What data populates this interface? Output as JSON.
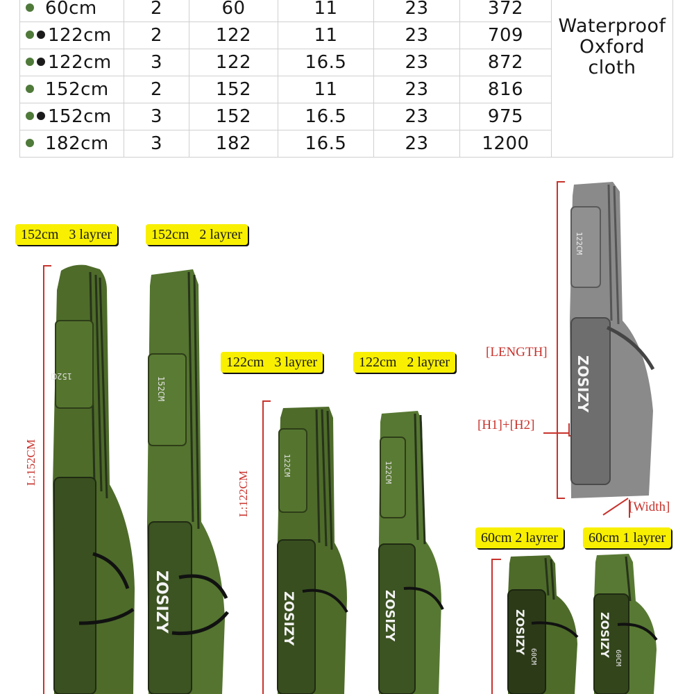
{
  "spec_table": {
    "rows": [
      {
        "dots": [
          "green"
        ],
        "size": "60cm",
        "layers": "2",
        "length": "60",
        "height": "11",
        "width": "23",
        "weight": "372"
      },
      {
        "dots": [
          "green",
          "black"
        ],
        "size": "122cm",
        "layers": "2",
        "length": "122",
        "height": "11",
        "width": "23",
        "weight": "709"
      },
      {
        "dots": [
          "green",
          "black"
        ],
        "size": "122cm",
        "layers": "3",
        "length": "122",
        "height": "16.5",
        "width": "23",
        "weight": "872"
      },
      {
        "dots": [
          "green"
        ],
        "size": "152cm",
        "layers": "2",
        "length": "152",
        "height": "11",
        "width": "23",
        "weight": "816"
      },
      {
        "dots": [
          "green",
          "black"
        ],
        "size": "152cm",
        "layers": "3",
        "length": "152",
        "height": "16.5",
        "width": "23",
        "weight": "975"
      },
      {
        "dots": [
          "green"
        ],
        "size": "182cm",
        "layers": "3",
        "length": "182",
        "height": "16.5",
        "width": "23",
        "weight": "1200"
      }
    ],
    "material": [
      "Waterproof",
      "Oxford",
      "cloth"
    ]
  },
  "labels": {
    "l152_3": "152cm   3 layrer",
    "l152_2": "152cm   2 layrer",
    "l122_3": "122cm   3 layrer",
    "l122_2": "122cm   2 layrer",
    "l60_2": "60cm 2 layrer",
    "l60_1": "60cm 1 layrer"
  },
  "dimensions": {
    "l152": "L:152CM",
    "l122": "L:122CM",
    "length": "[LENGTH]",
    "h1h2": "[H1]+[H2]",
    "width": "[Width]"
  },
  "bag_prints": {
    "size_152": "152CM",
    "size_122": "122CM",
    "size_60": "60CM",
    "brand": "ZOSIZY"
  },
  "colors": {
    "bag_green": "#4e6b2a",
    "bag_dark": "#2e3d18",
    "tag_yellow": "#f8f000",
    "dim_red": "#c8322c"
  }
}
